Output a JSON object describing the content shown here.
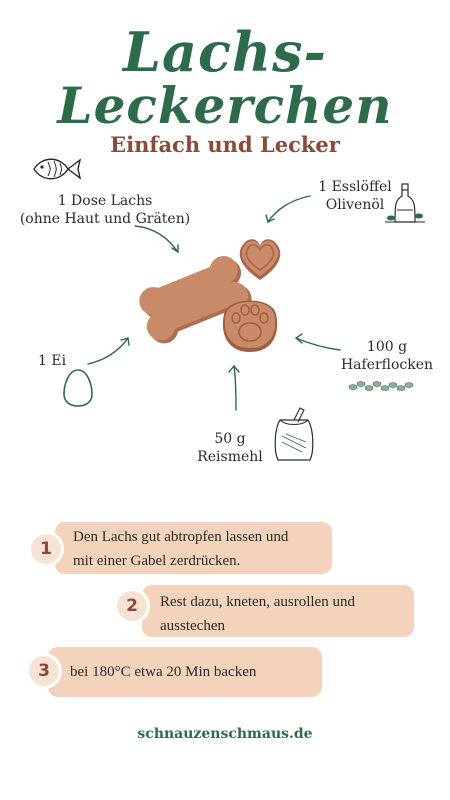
{
  "header": {
    "title_line1": "Lachs-",
    "title_line2": "Leckerchen",
    "subtitle": "Einfach und Lecker"
  },
  "ingredients": {
    "salmon": {
      "line1": "1 Dose Lachs",
      "line2": "(ohne Haut und Gräten)",
      "icon": "fish-icon"
    },
    "oil": {
      "line1": "1 Esslöffel",
      "line2": "Olivenöl",
      "icon": "olive-oil-bottle-icon"
    },
    "egg": {
      "line1": "1 Ei",
      "icon": "egg-icon"
    },
    "oats": {
      "line1": "100 g",
      "line2": "Haferflocken",
      "icon": "oat-flakes-icon"
    },
    "rice_flour": {
      "line1": "50 g",
      "line2": "Reismehl",
      "icon": "flour-sack-icon"
    }
  },
  "steps": [
    {
      "number": "1",
      "line1": "Den Lachs gut abtropfen lassen und",
      "line2": "mit einer Gabel zerdrücken."
    },
    {
      "number": "2",
      "line1": "Rest dazu, kneten, ausrollen und",
      "line2": "ausstechen"
    },
    {
      "number": "3",
      "line1": "bei 180°C etwa 20 Min backen"
    }
  ],
  "footer": {
    "website": "schnauzenschmaus.de"
  },
  "colors": {
    "green": "#2e6b4a",
    "brown": "#8a4a37",
    "peach": "#f3d3bc",
    "treat": "#c98a68"
  }
}
